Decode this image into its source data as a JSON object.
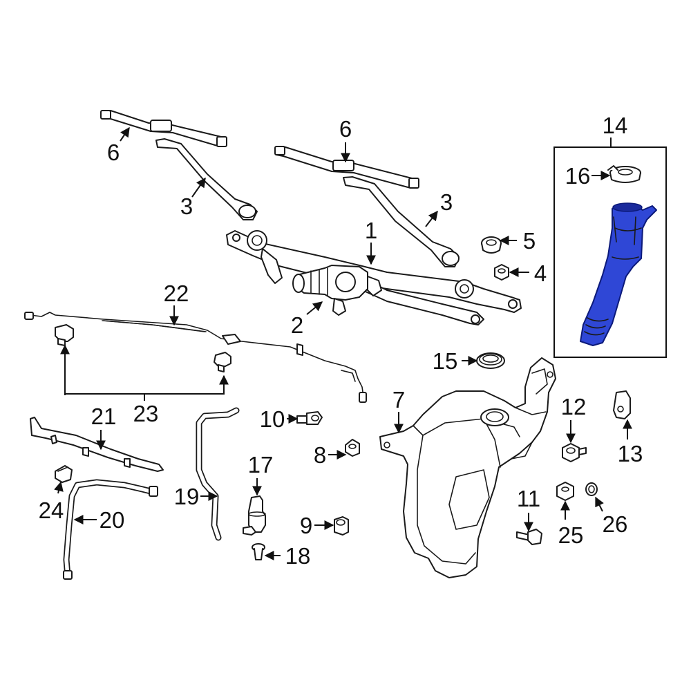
{
  "diagram": {
    "highlight_color": "#2f47d6",
    "callouts": [
      {
        "id": "c1",
        "text": "1"
      },
      {
        "id": "c2",
        "text": "2"
      },
      {
        "id": "c3a",
        "text": "3"
      },
      {
        "id": "c3b",
        "text": "3"
      },
      {
        "id": "c4",
        "text": "4"
      },
      {
        "id": "c5",
        "text": "5"
      },
      {
        "id": "c6a",
        "text": "6"
      },
      {
        "id": "c6b",
        "text": "6"
      },
      {
        "id": "c7",
        "text": "7"
      },
      {
        "id": "c8",
        "text": "8"
      },
      {
        "id": "c9",
        "text": "9"
      },
      {
        "id": "c10",
        "text": "10"
      },
      {
        "id": "c11",
        "text": "11"
      },
      {
        "id": "c12",
        "text": "12"
      },
      {
        "id": "c13",
        "text": "13"
      },
      {
        "id": "c14",
        "text": "14"
      },
      {
        "id": "c15",
        "text": "15"
      },
      {
        "id": "c16",
        "text": "16"
      },
      {
        "id": "c17",
        "text": "17"
      },
      {
        "id": "c18",
        "text": "18"
      },
      {
        "id": "c19",
        "text": "19"
      },
      {
        "id": "c20",
        "text": "20"
      },
      {
        "id": "c21",
        "text": "21"
      },
      {
        "id": "c22",
        "text": "22"
      },
      {
        "id": "c23",
        "text": "23"
      },
      {
        "id": "c24",
        "text": "24"
      },
      {
        "id": "c25",
        "text": "25"
      },
      {
        "id": "c26",
        "text": "26"
      }
    ]
  }
}
